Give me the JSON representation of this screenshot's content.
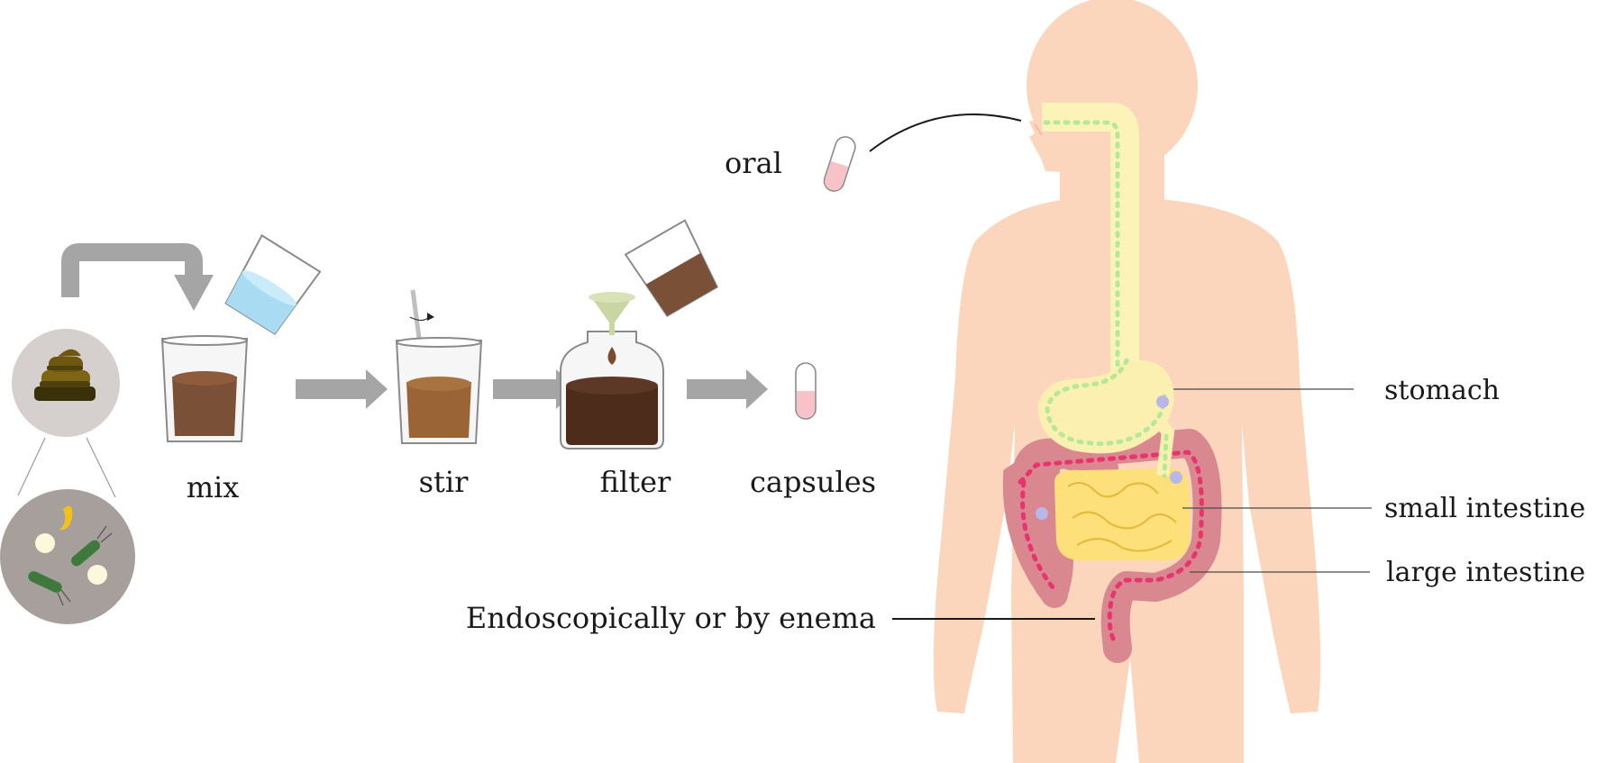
{
  "labels": {
    "oral": "oral",
    "mix": "mix",
    "stir": "stir",
    "filter": "filter",
    "capsules": "capsules",
    "stomach": "stomach",
    "small_intestine": "small intestine",
    "large_intestine": "large intestine",
    "enema": "Endoscopically or by enema"
  },
  "colors": {
    "body_skin": "#fcd6bc",
    "esophagus": "#fbf3b7",
    "stomach": "#fbf0b0",
    "small_intestine": "#fde07a",
    "large_intestine": "#d9888f",
    "probe_dots": "#b4e89a",
    "colon_dots": "#e8336e",
    "arrow_gray": "#a5a5a5",
    "stool_dark": "#5c4a12",
    "stool": "#7d6513",
    "mixture_brown": "#7a5036",
    "stir_brown": "#9a6436",
    "filtered_brown": "#4e2c1c",
    "water_blue": "#a9dcf3",
    "capsule_pink": "#f7c3c8",
    "funnel_green": "#c9d6a4",
    "microbe_circle": "#a79f9c",
    "stool_circle": "#d5d0ce"
  },
  "icons": [
    "stool-icon",
    "microbes-icon",
    "water-glass-icon",
    "mix-glass-icon",
    "stir-glass-icon",
    "filter-bottle-icon",
    "capsule-icon",
    "human-body-icon"
  ]
}
